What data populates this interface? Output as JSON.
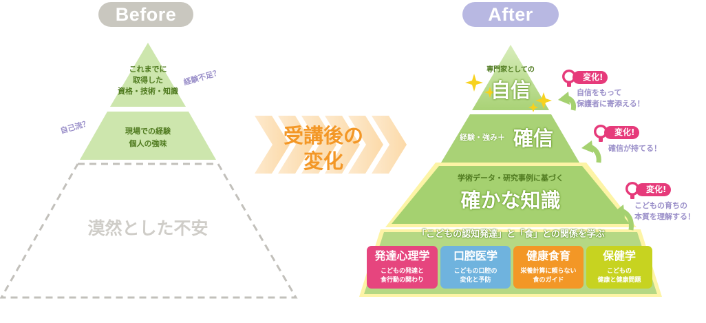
{
  "before": {
    "label": "Before",
    "tier1": [
      "これまでに",
      "取得した",
      "資格・技術・知識"
    ],
    "tier2": [
      "現場での経験",
      "個人の強味"
    ],
    "tier3": "漠然とした不安",
    "note_top": "経験不足？",
    "note_left": "自己流？"
  },
  "arrow_text": [
    "受講後の",
    "変化"
  ],
  "after": {
    "label": "After",
    "tier1_small": "専門家としての",
    "tier1_big": "自信",
    "tier2_small": "経験・強み＋",
    "tier2_big": "確信",
    "tier3_small": "学術データ・研究事例に基づく",
    "tier3_big": "確かな知識",
    "tier4_banner": "「こどもの認知発達」と「食」との関係を学ぶ",
    "subjects": [
      {
        "title": "発達心理学",
        "desc": [
          "こどもの発達と",
          "食行動の関わり"
        ],
        "color": "#e6457e"
      },
      {
        "title": "口腔医学",
        "desc": [
          "こどもの口腔の",
          "変化と予防"
        ],
        "color": "#6fb3de"
      },
      {
        "title": "健康食育",
        "desc": [
          "栄養計算に頼らない",
          "食のガイド"
        ],
        "color": "#f39726"
      },
      {
        "title": "保健学",
        "desc": [
          "こどもの",
          "健康と健康問題"
        ],
        "color": "#c7d320"
      }
    ],
    "changes": [
      {
        "tag": "変化!",
        "text": [
          "自信をもって",
          "保護者に寄添える！"
        ]
      },
      {
        "tag": "変化!",
        "text": [
          "確信が持てる！"
        ]
      },
      {
        "tag": "変化!",
        "text": [
          "こどもの育ちの",
          "本質を理解する！"
        ]
      }
    ]
  },
  "colors": {
    "before_pill": "#c9c7bf",
    "after_pill": "#b8b8e2",
    "green_light": "#c9e6a3",
    "green_mid": "#a5d170",
    "green_dark": "#6a9a2b",
    "note_purple": "#9a8fc9",
    "change_pink": "#e63a7a",
    "arrow_orange": "#f39726",
    "accent_yellow": "#f7d21e"
  }
}
